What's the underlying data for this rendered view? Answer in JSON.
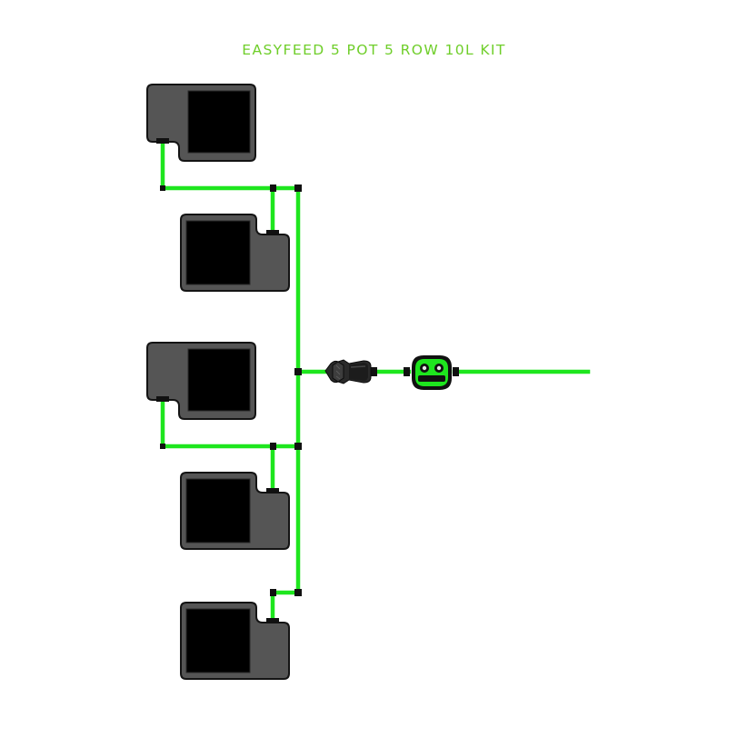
{
  "title": "EASYFEED 5 POT 5 ROW 10L KIT",
  "colors": {
    "title": "#6fce2a",
    "tube": "#1ee61e",
    "fitting": "#111111",
    "pot_body": "#555555",
    "pot_outline": "#141414",
    "pot_reservoir": "#000000",
    "filter_body": "#2a2a2a",
    "valve_body": "#1ee61e"
  },
  "components": {
    "pots": [
      {
        "id": "pot-1",
        "orientation": "outlet-left"
      },
      {
        "id": "pot-2",
        "orientation": "outlet-right"
      },
      {
        "id": "pot-3",
        "orientation": "outlet-left"
      },
      {
        "id": "pot-4",
        "orientation": "outlet-right"
      },
      {
        "id": "pot-5",
        "orientation": "outlet-right"
      }
    ],
    "filter": {
      "icon": "filter-icon"
    },
    "valve": {
      "icon": "valve-icon"
    }
  }
}
